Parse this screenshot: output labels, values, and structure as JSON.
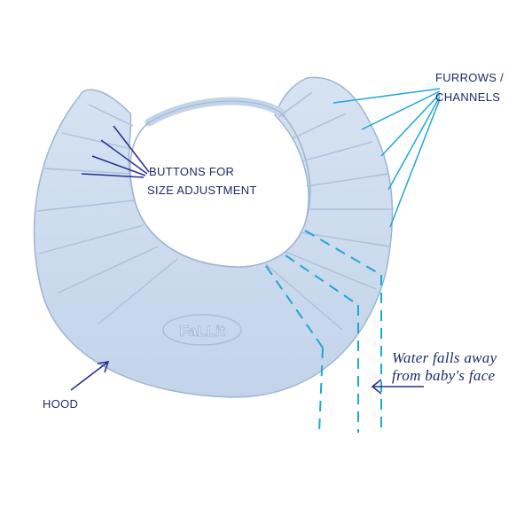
{
  "labels": {
    "buttons_line1": "BUTTONS FOR",
    "buttons_line2": "SIZE ADJUSTMENT",
    "furrows_line1": "FURROWS /",
    "furrows_line2": "CHANNELS",
    "hood": "HOOD",
    "water_line1": "Water falls away",
    "water_line2": "from baby's face"
  },
  "logo_text": "FaLLit",
  "colors": {
    "hood_fill": "#cddcee",
    "hood_shade": "#b8cbe2",
    "hood_edge": "#9fb5d2",
    "label_text": "#1f2a6b",
    "pointer_dark": "#2a2f8f",
    "pointer_cyan": "#1ea7d6"
  }
}
